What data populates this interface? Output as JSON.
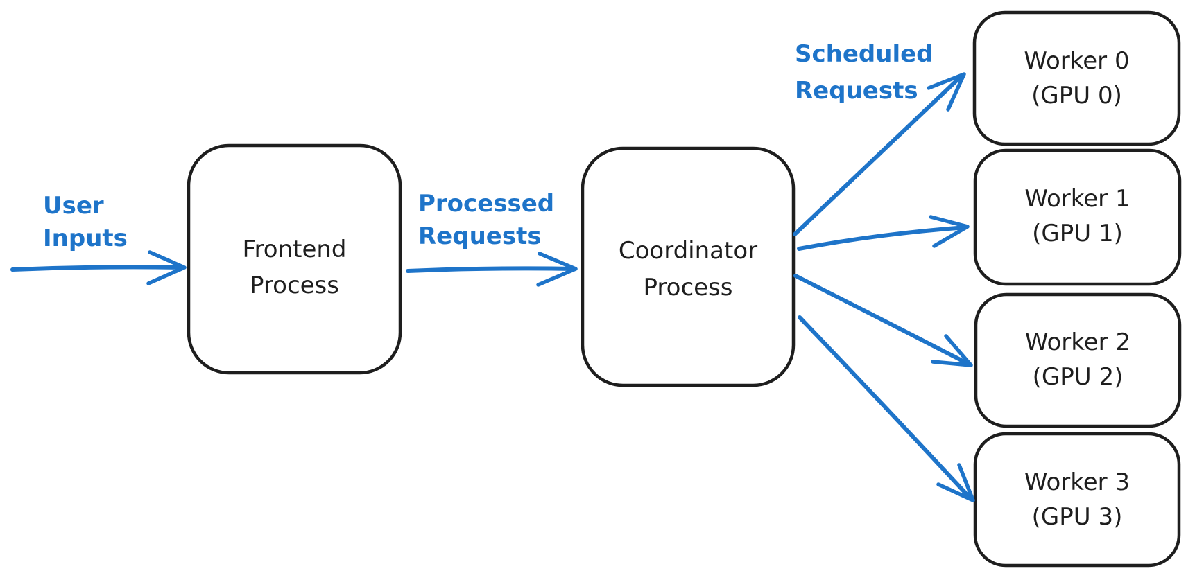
{
  "diagram": {
    "colors": {
      "arrow_blue": "#1e74c9",
      "box_stroke": "#1e1e1e",
      "background": "#ffffff"
    },
    "nodes": [
      {
        "id": "frontend-process",
        "lines": [
          "Frontend",
          "Process"
        ]
      },
      {
        "id": "coordinator-process",
        "lines": [
          "Coordinator",
          "Process"
        ]
      },
      {
        "id": "worker-0",
        "lines": [
          "Worker 0",
          "(GPU 0)"
        ]
      },
      {
        "id": "worker-1",
        "lines": [
          "Worker 1",
          "(GPU 1)"
        ]
      },
      {
        "id": "worker-2",
        "lines": [
          "Worker 2",
          "(GPU 2)"
        ]
      },
      {
        "id": "worker-3",
        "lines": [
          "Worker 3",
          "(GPU 3)"
        ]
      }
    ],
    "edge_labels": [
      {
        "id": "user-inputs",
        "lines": [
          "User",
          "Inputs"
        ]
      },
      {
        "id": "processed-requests",
        "lines": [
          "Processed",
          "Requests"
        ]
      },
      {
        "id": "scheduled-requests",
        "lines": [
          "Scheduled",
          "Requests"
        ]
      }
    ],
    "edges": [
      {
        "from": "external",
        "to": "frontend-process",
        "label": "User Inputs"
      },
      {
        "from": "frontend-process",
        "to": "coordinator-process",
        "label": "Processed Requests"
      },
      {
        "from": "coordinator-process",
        "to": "worker-0",
        "label": "Scheduled Requests"
      },
      {
        "from": "coordinator-process",
        "to": "worker-1",
        "label": "Scheduled Requests"
      },
      {
        "from": "coordinator-process",
        "to": "worker-2",
        "label": "Scheduled Requests"
      },
      {
        "from": "coordinator-process",
        "to": "worker-3",
        "label": "Scheduled Requests"
      }
    ]
  }
}
